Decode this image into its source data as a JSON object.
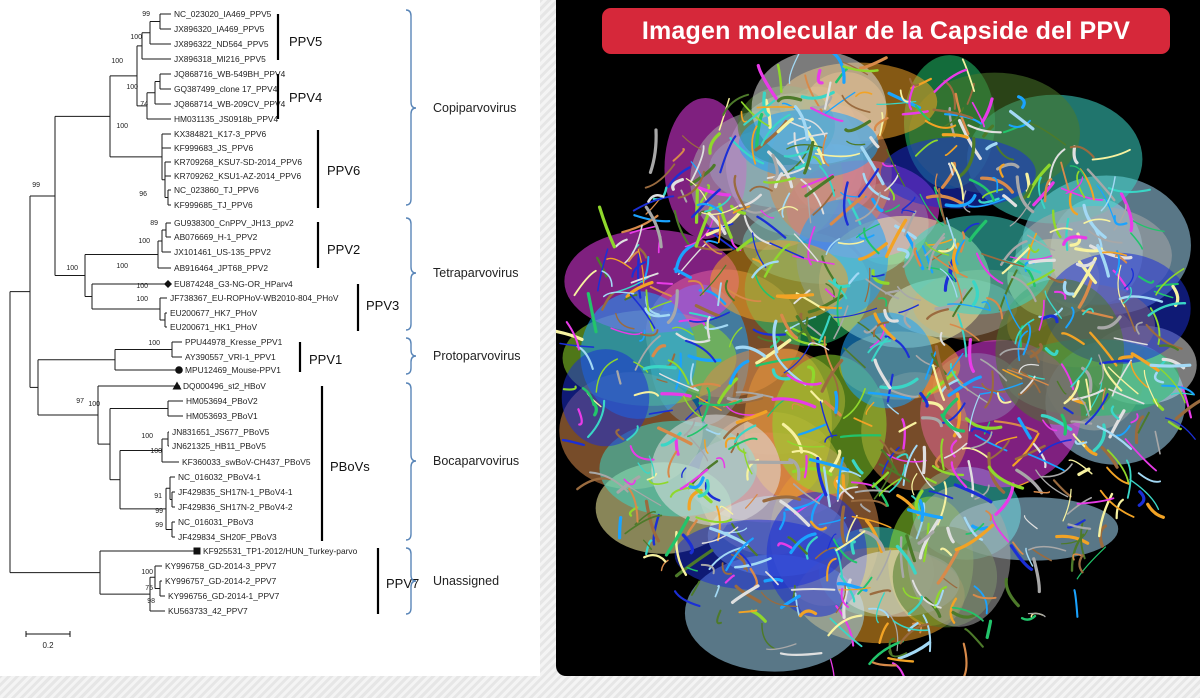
{
  "phylogeny": {
    "clades": [
      {
        "label": "PPV5",
        "genus_index": 0
      },
      {
        "label": "PPV4",
        "genus_index": 0
      },
      {
        "label": "PPV6",
        "genus_index": 0
      },
      {
        "label": "PPV2",
        "genus_index": 1
      },
      {
        "label": "PPV3",
        "genus_index": 1
      },
      {
        "label": "PPV1",
        "genus_index": 2
      },
      {
        "label": "PBoVs",
        "genus_index": 3
      },
      {
        "label": "PPV7",
        "genus_index": 4
      }
    ],
    "genera": [
      "Copiparvovirus",
      "Tetraparvovirus",
      "Protoparvovirus",
      "Bocaparvovirus",
      "Unassigned"
    ],
    "leaves": [
      {
        "name": "NC_023020_IA469_PPV5"
      },
      {
        "name": "JX896320_IA469_PPV5"
      },
      {
        "name": "JX896322_ND564_PPV5"
      },
      {
        "name": "JX896318_MI216_PPV5"
      },
      {
        "name": "JQ868716_WB-549BH_PPV4"
      },
      {
        "name": "GQ387499_clone 17_PPV4"
      },
      {
        "name": "JQ868714_WB-209CV_PPV4"
      },
      {
        "name": "HM031135_JS0918b_PPV4"
      },
      {
        "name": "KX384821_K17-3_PPV6"
      },
      {
        "name": "KF999683_JS_PPV6"
      },
      {
        "name": "KR709268_KSU7-SD-2014_PPV6"
      },
      {
        "name": "KR709262_KSU1-AZ-2014_PPV6"
      },
      {
        "name": "NC_023860_TJ_PPV6"
      },
      {
        "name": "KF999685_TJ_PPV6"
      },
      {
        "name": "GU938300_CnPPV_JH13_ppv2"
      },
      {
        "name": "AB076669_H-1_PPV2"
      },
      {
        "name": "JX101461_US-135_PPV2"
      },
      {
        "name": "AB916464_JPT68_PPV2"
      },
      {
        "name": "EU874248_G3-NG-OR_HParv4",
        "marker": "diamond"
      },
      {
        "name": "JF738367_EU-ROPHoV-WB2010-804_PHoV"
      },
      {
        "name": "EU200677_HK7_PHoV"
      },
      {
        "name": "EU200671_HK1_PHoV"
      },
      {
        "name": "PPU44978_Kresse_PPV1"
      },
      {
        "name": "AY390557_VRI-1_PPV1"
      },
      {
        "name": "MPU12469_Mouse-PPV1",
        "marker": "circle"
      },
      {
        "name": "DQ000496_st2_HBoV",
        "marker": "triangle"
      },
      {
        "name": "HM053694_PBoV2"
      },
      {
        "name": "HM053693_PBoV1"
      },
      {
        "name": "JN831651_JS677_PBoV5"
      },
      {
        "name": "JN621325_HB11_PBoV5"
      },
      {
        "name": "KF360033_swBoV-CH437_PBoV5"
      },
      {
        "name": "NC_016032_PBoV4-1"
      },
      {
        "name": "JF429835_SH17N-1_PBoV4-1"
      },
      {
        "name": "JF429836_SH17N-2_PBoV4-2"
      },
      {
        "name": "NC_016031_PBoV3"
      },
      {
        "name": "JF429834_SH20F_PBoV3"
      },
      {
        "name": "KF925531_TP1-2012/HUN_Turkey-parvo",
        "marker": "square"
      },
      {
        "name": "KY996758_GD-2014-3_PPV7"
      },
      {
        "name": "KY996757_GD-2014-2_PPV7"
      },
      {
        "name": "KY996756_GD-2014-1_PPV7"
      },
      {
        "name": "KU563733_42_PPV7"
      }
    ],
    "bootstrap": [
      "99",
      "100",
      "100",
      "100",
      "74",
      "100",
      "96",
      "99",
      "89",
      "100",
      "100",
      "100",
      "100",
      "100",
      "100",
      "100",
      "97",
      "100",
      "100",
      "91",
      "99",
      "99",
      "100",
      "75",
      "98"
    ],
    "scale_label": "0.2"
  },
  "capsid_panel": {
    "title": "Imagen molecular de la Capside del PPV",
    "title_color": "#d6283a",
    "background": "#000000",
    "palette": [
      "#1aa3ff",
      "#22c46b",
      "#e83be8",
      "#f2a325",
      "#1b2fd6",
      "#3ad6c6",
      "#9a6b3f",
      "#d88a4a",
      "#f7f2a0",
      "#8fd82c",
      "#e0e0e0",
      "#a8a8a8",
      "#a3d9f5",
      "#4d7a2a"
    ]
  }
}
